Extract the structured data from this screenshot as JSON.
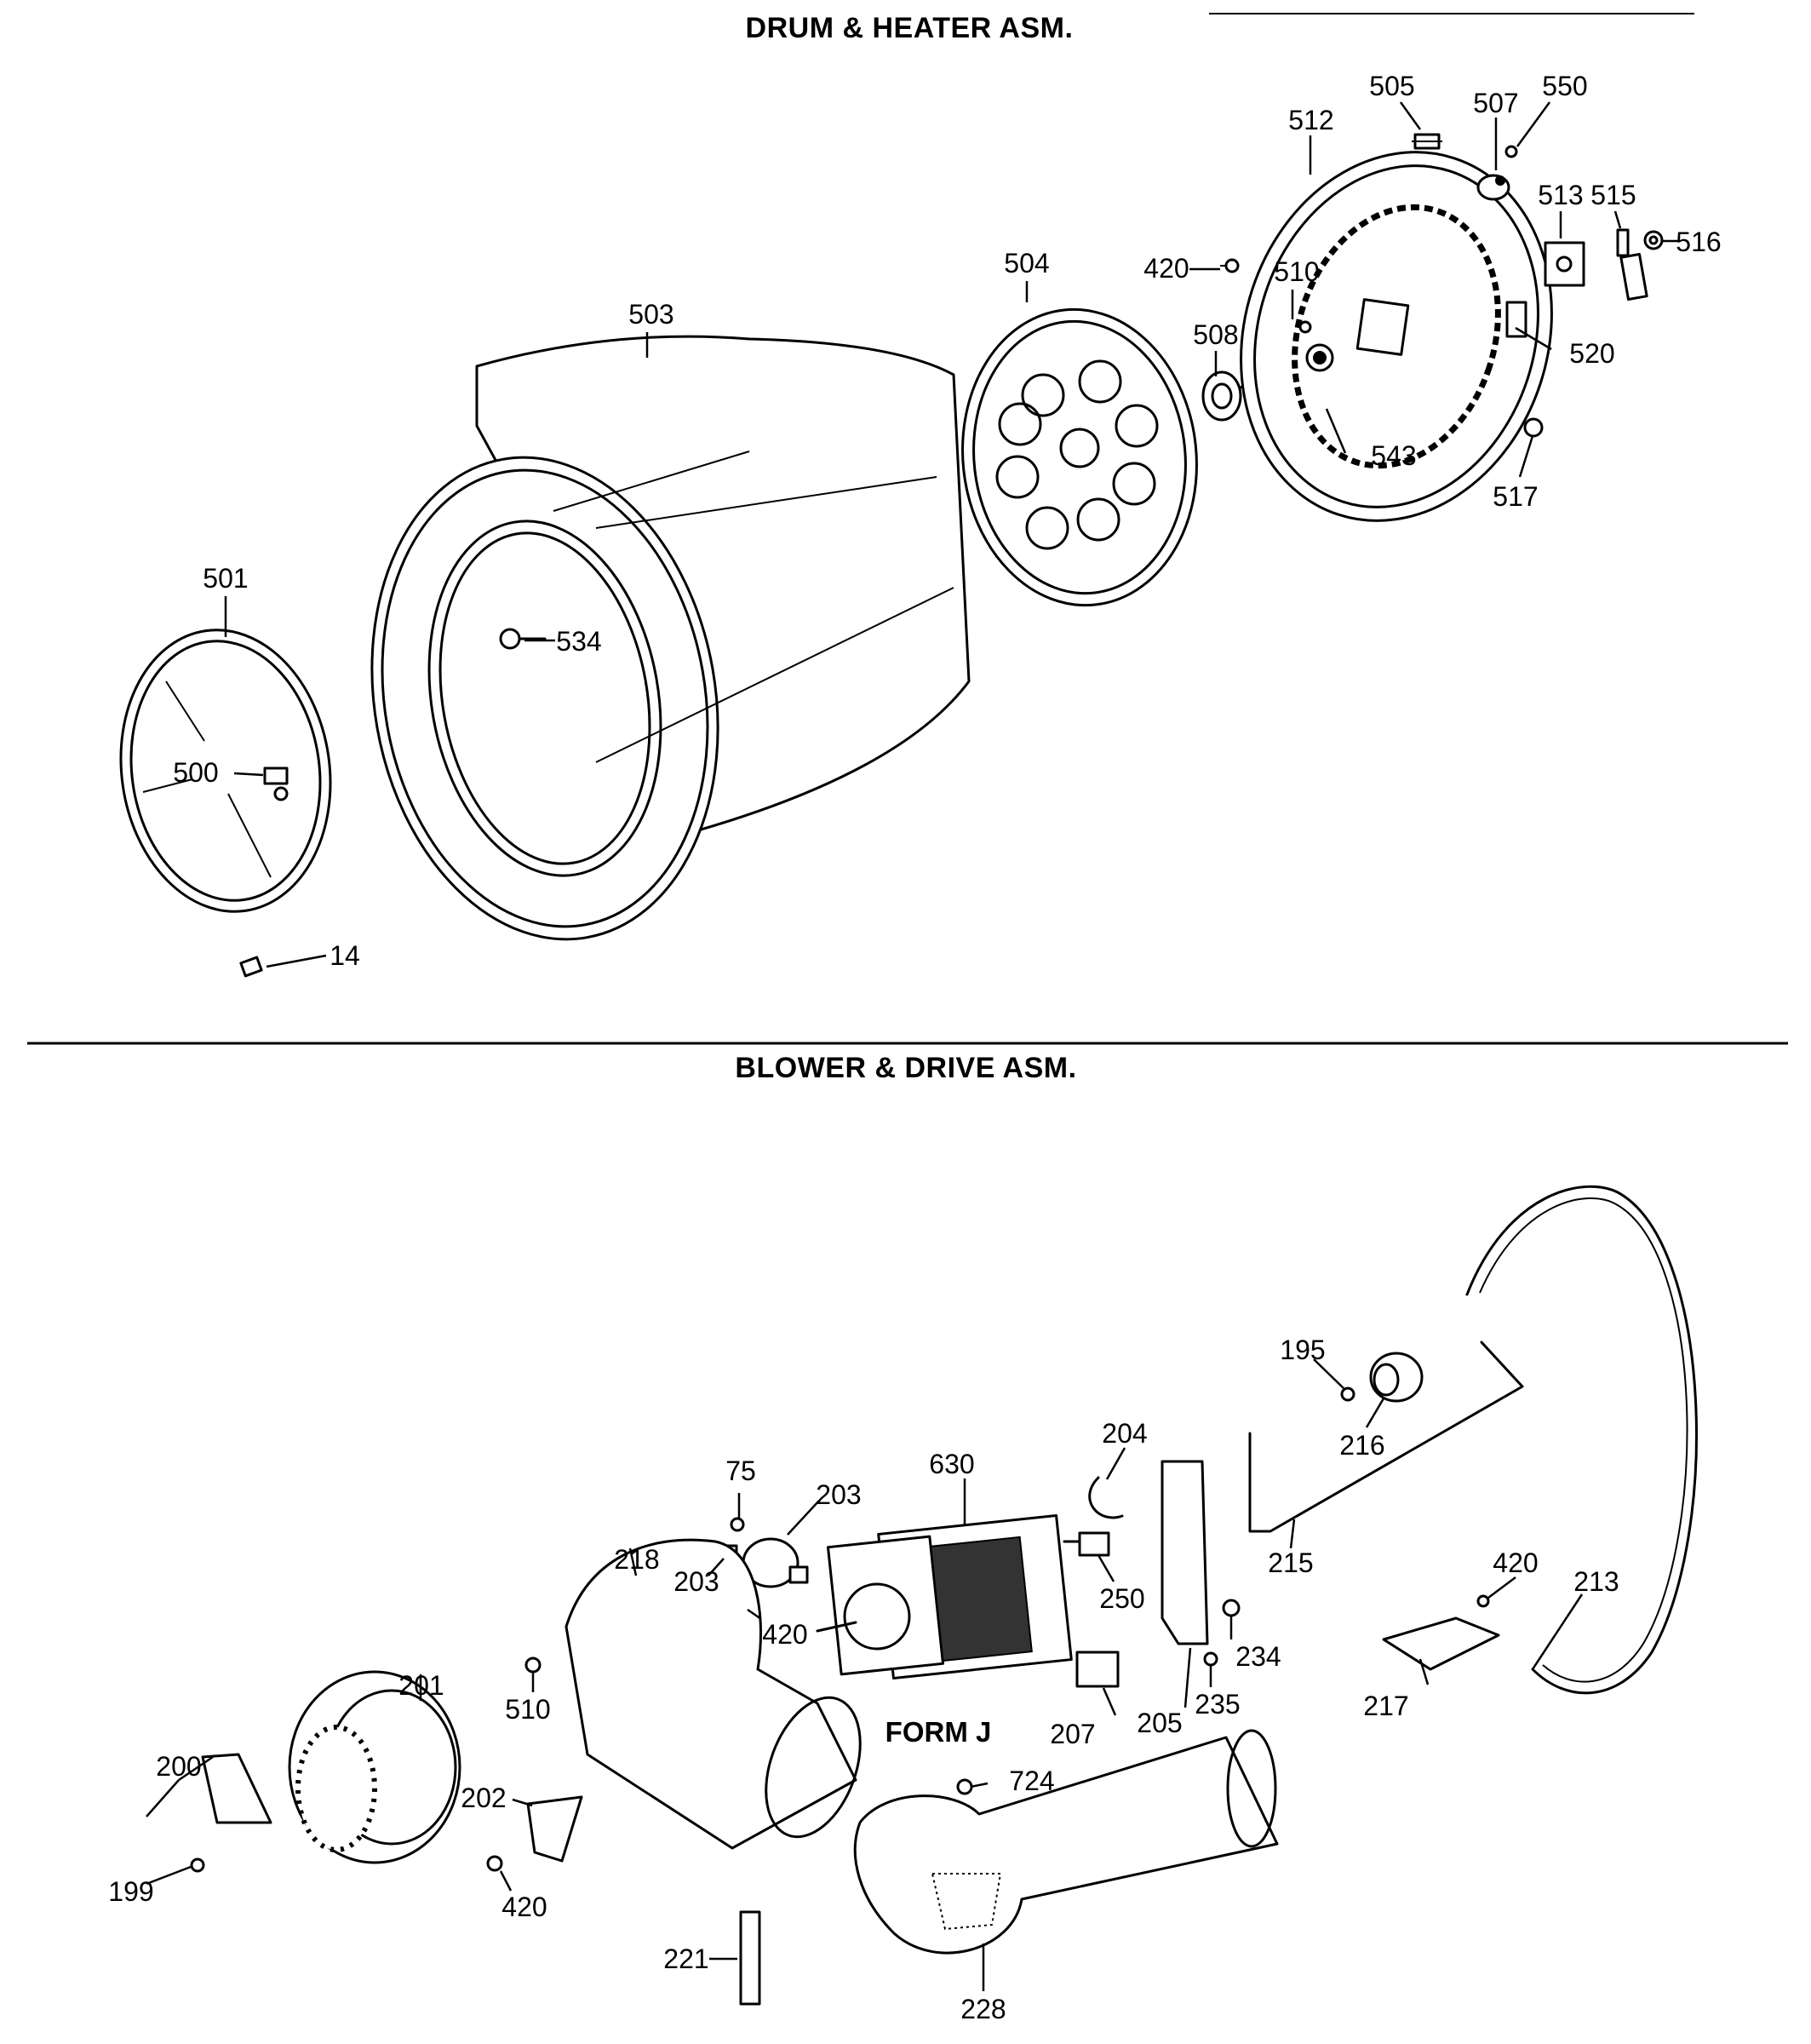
{
  "sections": {
    "drum_header": "DRUM & HEATER ASM.",
    "blower_header": "BLOWER & DRIVE ASM.",
    "form_label": "FORM J"
  },
  "drum_parts": [
    "500",
    "501",
    "503",
    "504",
    "505",
    "507",
    "508",
    "510",
    "512",
    "513",
    "515",
    "516",
    "517",
    "520",
    "534",
    "543",
    "550",
    "420",
    "14"
  ],
  "blower_parts": [
    "75",
    "195",
    "199",
    "200",
    "201",
    "202",
    "203",
    "203",
    "204",
    "205",
    "207",
    "213",
    "215",
    "216",
    "217",
    "218",
    "221",
    "228",
    "234",
    "235",
    "250",
    "420",
    "420",
    "420",
    "510",
    "630",
    "724"
  ]
}
